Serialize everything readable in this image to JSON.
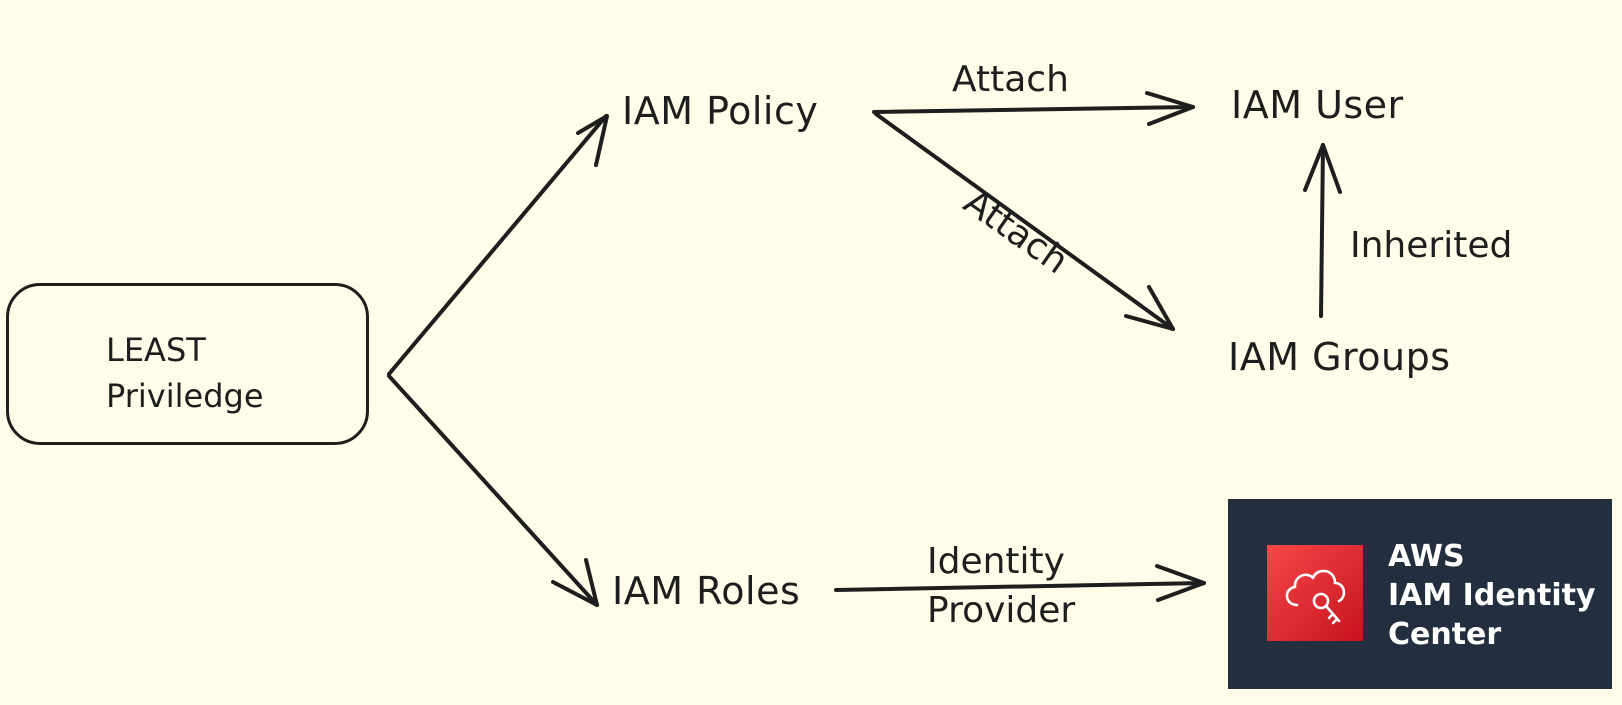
{
  "diagram": {
    "root": {
      "line1": "LEAST",
      "line2": "Priviledge"
    },
    "nodes": {
      "policy": "IAM Policy",
      "user": "IAM User",
      "groups": "IAM Groups",
      "roles": "IAM Roles"
    },
    "edges": {
      "policy_to_user": "Attach",
      "policy_to_groups": "Attach",
      "groups_to_user": "Inherited",
      "roles_to_identity_line1": "Identity",
      "roles_to_identity_line2": "Provider"
    },
    "identity_center": {
      "line1": "AWS",
      "line2": "IAM Identity",
      "line3": "Center",
      "icon": "cloud-key-icon",
      "background_color": "#232f3e",
      "icon_color": "#dd344c"
    }
  }
}
